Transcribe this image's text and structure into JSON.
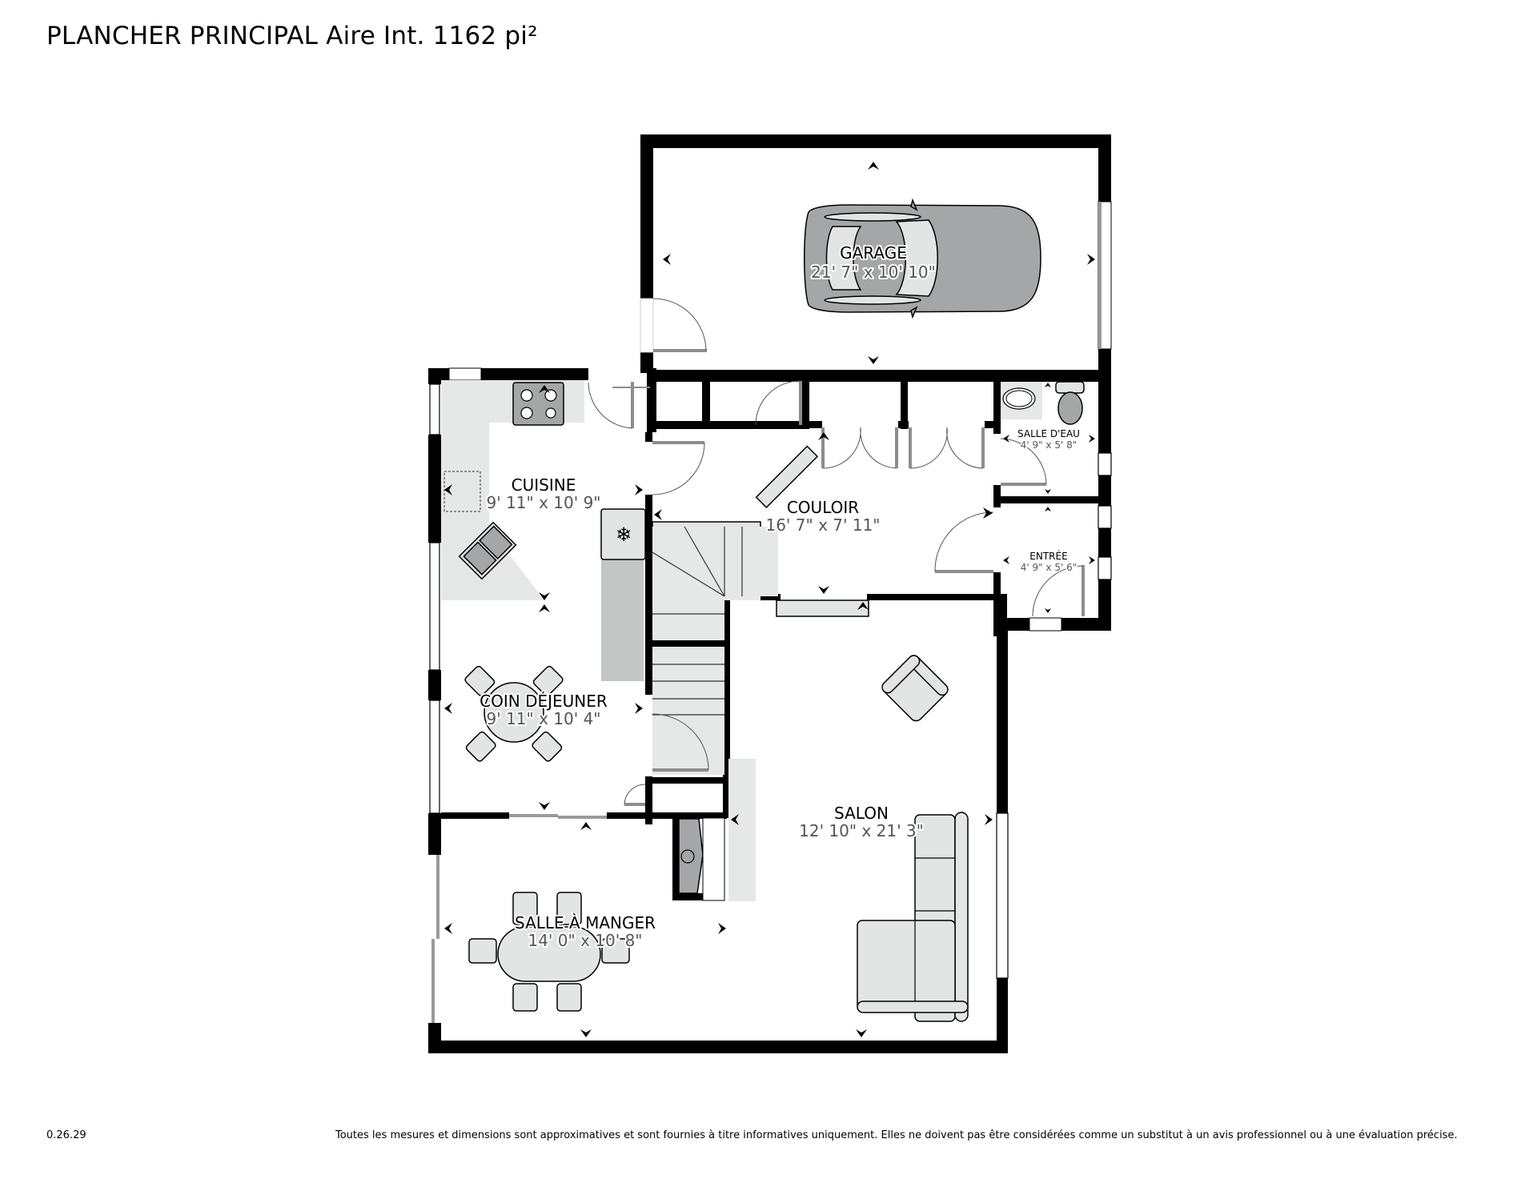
{
  "header": {
    "title": "PLANCHER PRINCIPAL Aire Int. 1162 pi²"
  },
  "footer": {
    "version": "0.26.29",
    "disclaimer": "Toutes les mesures et dimensions sont approximatives et sont fournies à titre informatives uniquement. Elles ne doivent pas être considérées comme un substitut à un avis professionnel ou à une évaluation précise."
  },
  "rooms": {
    "garage": {
      "name": "GARAGE",
      "dimensions": "21' 7\" x 10' 10\""
    },
    "cuisine": {
      "name": "CUISINE",
      "dimensions": "9' 11\" x 10' 9\""
    },
    "couloir": {
      "name": "COULOIR",
      "dimensions": "16' 7\" x 7' 11\""
    },
    "salle_deau": {
      "name": "SALLE D'EAU",
      "dimensions": "4' 9\" x 5' 8\""
    },
    "entree": {
      "name": "ENTRÉE",
      "dimensions": "4' 9\" x 5' 6\""
    },
    "coin_dejeuner": {
      "name": "COIN DÉJEUNER",
      "dimensions": "9' 11\" x 10' 4\""
    },
    "salon": {
      "name": "SALON",
      "dimensions": "12' 10\" x 21' 3\""
    },
    "salle_a_manger": {
      "name": "SALLE À MANGER",
      "dimensions": "14' 0\" x 10' 8\""
    }
  },
  "fixtures": [
    "car-icon",
    "stove-icon",
    "sink-icon",
    "refrigerator-icon",
    "toilet-icon",
    "washbasin-icon",
    "armchair-icon",
    "sectional-sofa-icon",
    "dining-table-icon",
    "round-table-icon",
    "fireplace-icon",
    "staircase"
  ],
  "colors": {
    "wall": "#000000",
    "fixture_fill": "#e3e4e4",
    "dark_fixture_fill": "#a5a6a7",
    "dimension_text": "#555555"
  }
}
